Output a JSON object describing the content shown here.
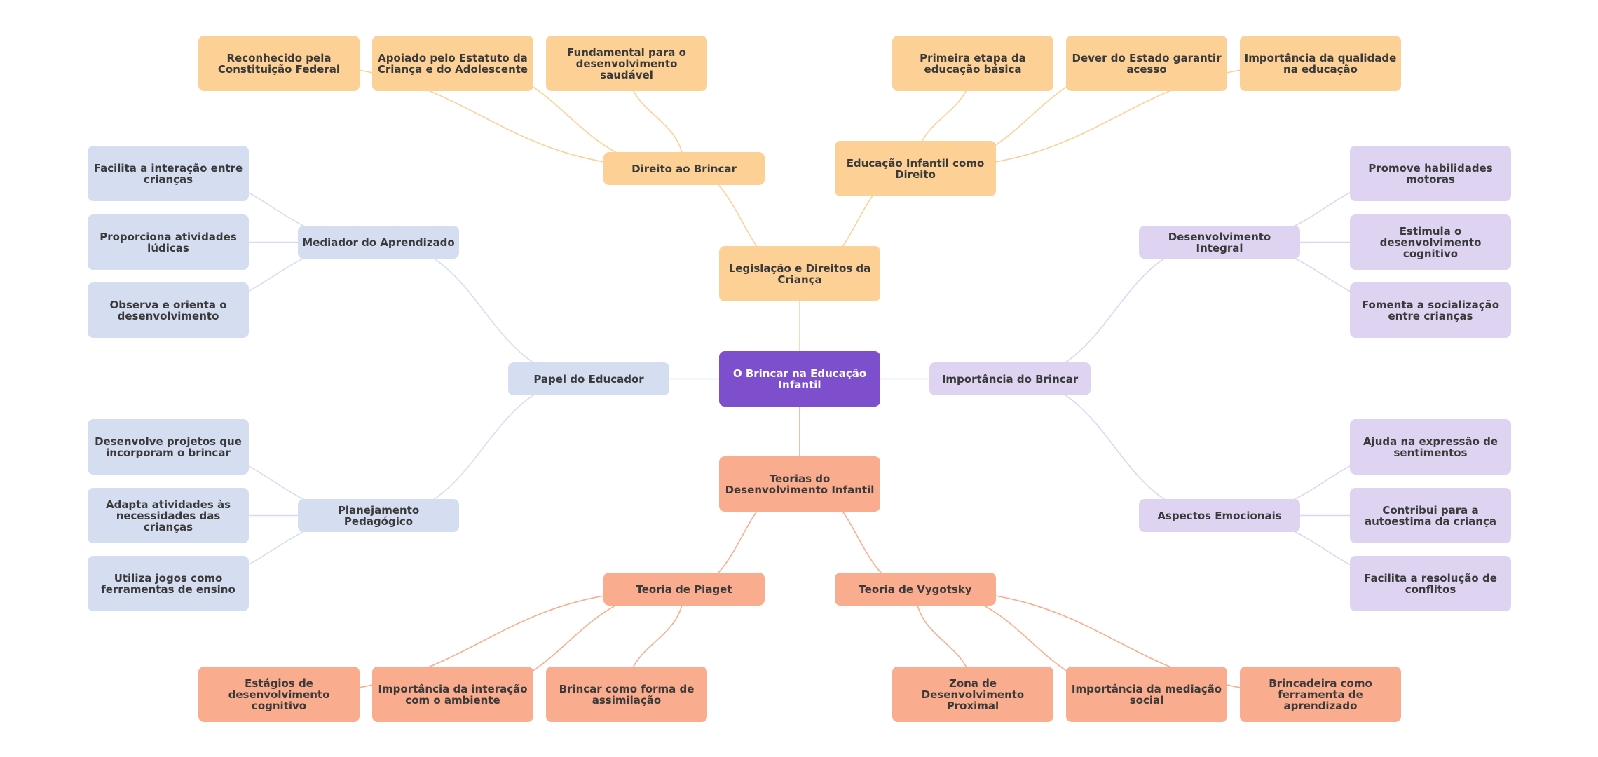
{
  "mindmap": {
    "root": {
      "label": "O Brincar na Educação Infantil"
    },
    "colors": {
      "root": "#7e4fcc",
      "legislacao": "#fdd196",
      "teorias": "#f9ac8e",
      "educador": "#d5ddf1",
      "importancia": "#ded4f1"
    },
    "branches": {
      "legislacao": {
        "label": "Legislação e Direitos da Criança",
        "direito": {
          "label": "Direito ao Brincar",
          "children": [
            "Reconhecido pela Constituição Federal",
            "Apoiado pelo Estatuto da Criança e do Adolescente",
            "Fundamental para o desenvolvimento saudável"
          ]
        },
        "educacao": {
          "label": "Educação Infantil como Direito",
          "children": [
            "Primeira etapa da educação básica",
            "Dever do Estado garantir acesso",
            "Importância da qualidade na educação"
          ]
        }
      },
      "teorias": {
        "label": "Teorias do Desenvolvimento Infantil",
        "piaget": {
          "label": "Teoria de Piaget",
          "children": [
            "Estágios de desenvolvimento cognitivo",
            "Importância da interação com o ambiente",
            "Brincar como forma de assimilação"
          ]
        },
        "vygotsky": {
          "label": "Teoria de Vygotsky",
          "children": [
            "Zona de Desenvolvimento Proximal",
            "Importância da mediação social",
            "Brincadeira como ferramenta de aprendizado"
          ]
        }
      },
      "educador": {
        "label": "Papel do Educador",
        "mediador": {
          "label": "Mediador do Aprendizado",
          "children": [
            "Facilita a interação entre crianças",
            "Proporciona atividades lúdicas",
            "Observa e orienta o desenvolvimento"
          ]
        },
        "planejamento": {
          "label": "Planejamento Pedagógico",
          "children": [
            "Desenvolve projetos que incorporam o brincar",
            "Adapta atividades às necessidades das crianças",
            "Utiliza jogos como ferramentas de ensino"
          ]
        }
      },
      "importancia": {
        "label": "Importância do Brincar",
        "desenvolvimento": {
          "label": "Desenvolvimento Integral",
          "children": [
            "Promove habilidades motoras",
            "Estimula o desenvolvimento cognitivo",
            "Fomenta a socialização entre crianças"
          ]
        },
        "emocionais": {
          "label": "Aspectos Emocionais",
          "children": [
            "Ajuda na expressão de sentimentos",
            "Contribui para a autoestima da criança",
            "Facilita a resolução de conflitos"
          ]
        }
      }
    }
  }
}
